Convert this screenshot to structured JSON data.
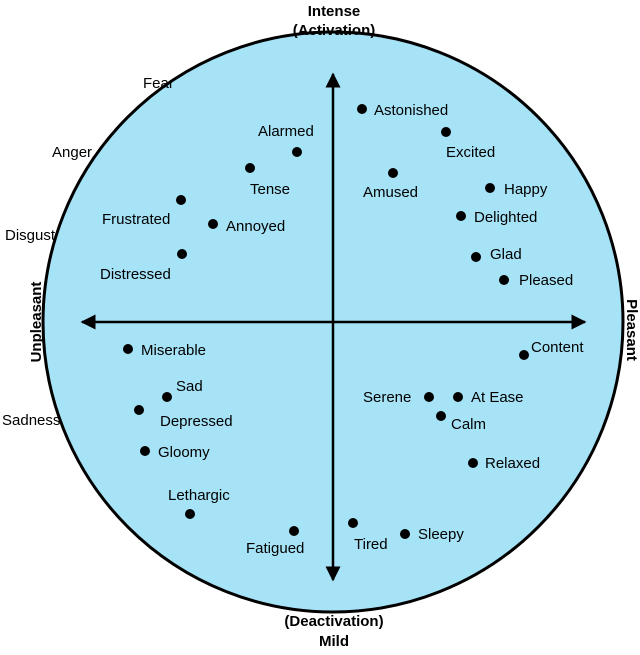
{
  "axes": {
    "top_line1": "Intense",
    "top_line2": "(Activation)",
    "bottom_line1": "(Deactivation)",
    "bottom_line2": "Mild",
    "left": "Unpleasant",
    "right": "Pleasant"
  },
  "outer_labels": {
    "fear": "Fear",
    "anger": "Anger",
    "disgust": "Disgust",
    "sadness": "Sadness"
  },
  "emotions": {
    "astonished": "Astonished",
    "excited": "Excited",
    "amused": "Amused",
    "happy": "Happy",
    "delighted": "Delighted",
    "glad": "Glad",
    "pleased": "Pleased",
    "alarmed": "Alarmed",
    "tense": "Tense",
    "frustrated": "Frustrated",
    "annoyed": "Annoyed",
    "distressed": "Distressed",
    "miserable": "Miserable",
    "sad": "Sad",
    "depressed": "Depressed",
    "gloomy": "Gloomy",
    "lethargic": "Lethargic",
    "fatigued": "Fatigued",
    "tired": "Tired",
    "sleepy": "Sleepy",
    "content": "Content",
    "serene": "Serene",
    "at_ease": "At Ease",
    "calm": "Calm",
    "relaxed": "Relaxed"
  },
  "colors": {
    "circle_fill": "#a6e3f6",
    "stroke": "#000000"
  }
}
